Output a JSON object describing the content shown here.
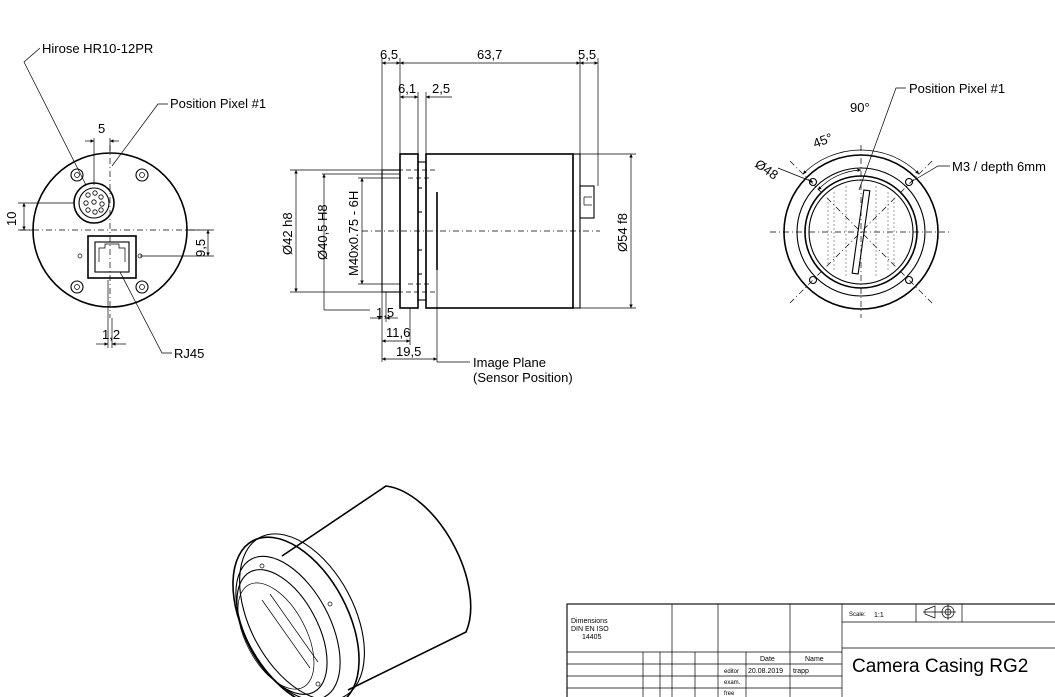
{
  "front_view": {
    "callouts": {
      "connector": "Hirose HR10-12PR",
      "pixel": "Position Pixel #1",
      "ethernet": "RJ45"
    },
    "dims": {
      "d5": "5",
      "d10": "10",
      "d95": "9,5",
      "d12": "1,2"
    }
  },
  "side_view": {
    "dims": {
      "d65": "6,5",
      "d637": "63,7",
      "d55": "5,5",
      "d61": "6,1",
      "d25": "2,5",
      "d42": "Ø42 h8",
      "d405": "Ø40,5 H8",
      "dthread": "M40x0.75 - 6H",
      "d54": "Ø54 f8",
      "d15": "1,5",
      "d116": "11,6",
      "d195": "19,5"
    },
    "image_plane": {
      "line1": "Image Plane",
      "line2": "(Sensor Position)"
    }
  },
  "rear_view": {
    "callouts": {
      "pixel": "Position Pixel #1",
      "holes": "M3 / depth 6mm"
    },
    "dims": {
      "a90": "90°",
      "a45": "45°",
      "d48": "Ø48"
    }
  },
  "title_block": {
    "standard": {
      "l1": "Dimensions",
      "l2": "DIN EN ISO",
      "l3": "14405"
    },
    "scale_label": "Scale:",
    "scale_value": "1:1",
    "col_date": "Date",
    "col_name": "Name",
    "row_editor": "editor",
    "editor_date": "20.08.2019",
    "editor_name": "trapp",
    "row_exam": "exam.",
    "row_free": "free",
    "title": "Camera Casing RG2",
    "projection_symbol": "first-angle-projection-icon"
  }
}
